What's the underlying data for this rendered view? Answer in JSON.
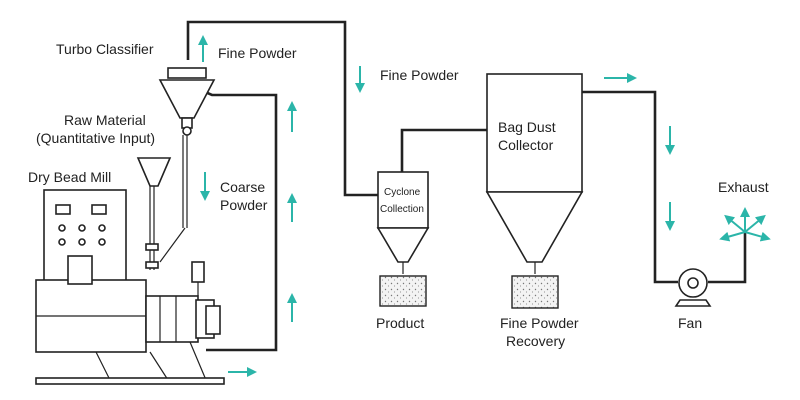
{
  "labels": {
    "turbo_classifier": "Turbo Classifier",
    "fine_powder_top": "Fine Powder",
    "fine_powder_down": "Fine Powder",
    "raw_material_1": "Raw Material",
    "raw_material_2": "(Quantitative Input)",
    "dry_bead_mill": "Dry Bead Mill",
    "coarse_1": "Coarse",
    "coarse_2": "Powder",
    "cyclone_1": "Cyclone",
    "cyclone_2": "Collection",
    "bag_1": "Bag Dust",
    "bag_2": "Collector",
    "product": "Product",
    "recovery_1": "Fine Powder",
    "recovery_2": "Recovery",
    "exhaust": "Exhaust",
    "fan": "Fan"
  },
  "colors": {
    "arrow": "#2bb5a9",
    "line": "#222222"
  },
  "icons": {
    "flow_arrow": "flow-arrow-icon",
    "exhaust_arrows": "exhaust-arrows-icon"
  }
}
